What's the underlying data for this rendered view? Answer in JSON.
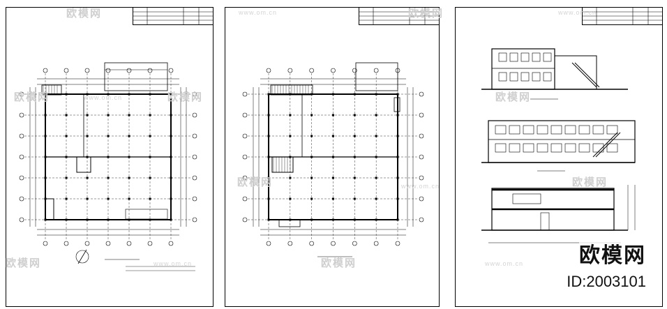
{
  "watermarks": {
    "brand_cn": "欧模网",
    "url": "www.om.cn"
  },
  "branding": {
    "name": "欧模网",
    "id_label": "ID:2003101"
  },
  "sheets": [
    {
      "kind": "floor-plan"
    },
    {
      "kind": "floor-plan"
    },
    {
      "kind": "elevations-section"
    }
  ]
}
